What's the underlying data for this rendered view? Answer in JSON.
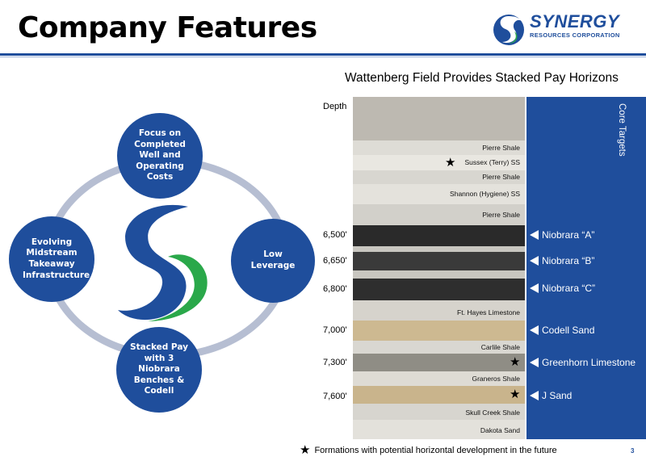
{
  "header": {
    "title": "Company Features",
    "logo_text": "SYNERGY",
    "logo_subtext": "RESOURCES CORPORATION"
  },
  "left_diagram": {
    "nodes": {
      "top": "Focus on Completed Well and Operating Costs",
      "right": "Low Leverage",
      "bottom": "Stacked Pay with 3 Niobrara Benches & Codell",
      "left": "Evolving Midstream Takeaway Infrastructure"
    }
  },
  "right_panel": {
    "subtitle": "Wattenberg Field Provides Stacked Pay Horizons",
    "depth_header": "Depth",
    "core_targets_label": "Core Targets",
    "formations": [
      "Pierre Shale",
      "Sussex (Terry) SS",
      "Pierre Shale",
      "Shannon (Hygiene) SS",
      "Pierre Shale",
      "Ft. Hayes Limestone",
      "Carlile Shale",
      "Graneros Shale",
      "Skull Creek Shale",
      "Dakota Sand"
    ],
    "depths": [
      "6,500'",
      "6,650'",
      "6,800'",
      "7,000'",
      "7,300'",
      "7,600'"
    ],
    "targets": [
      "Niobrara “A”",
      "Niobrara “B”",
      "Niobrara “C”",
      "Codell Sand",
      "Greenhorn Limestone",
      "J Sand"
    ]
  },
  "footnote": "Formations with potential horizontal development in the future",
  "page_number": "3",
  "colors": {
    "brand_blue": "#1f4e9c",
    "brand_green": "#2aa84a",
    "ring_gray": "#b6bed2"
  }
}
